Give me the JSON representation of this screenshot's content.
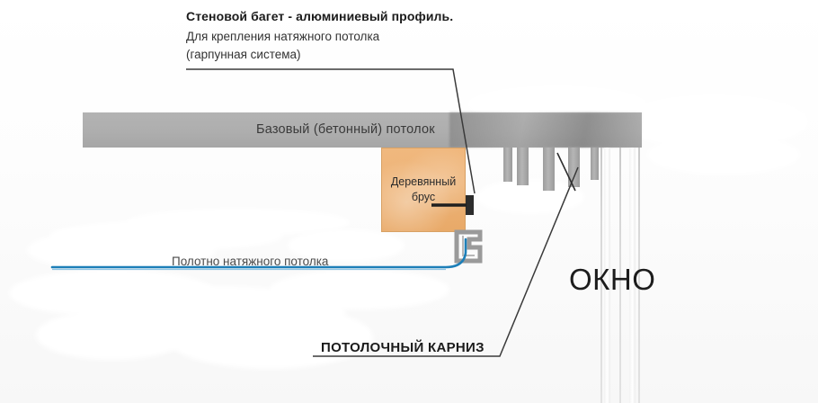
{
  "diagram": {
    "title_annotation": {
      "heading": "Стеновой багет - алюминиевый профиль.",
      "line1": "Для крепления натяжного потолка",
      "line2": "(гарпунная система)"
    },
    "ceiling_slab_label": "Базовый (бетонный) потолок",
    "beam_label_line1": "Деревянный",
    "beam_label_line2": "брус",
    "membrane_label": "Полотно натяжного потолка",
    "window_label": "ОКНО",
    "bottom_caption": "ПОТОЛОЧНЫЙ КАРНИЗ",
    "colors": {
      "slab": "#aeaeae",
      "beam": "#eeb478",
      "beam_border": "#d8a164",
      "membrane": "#1d7fb8",
      "profile": "#9a9a9a",
      "leader_line": "#2b2b2b",
      "text": "#333333"
    }
  }
}
